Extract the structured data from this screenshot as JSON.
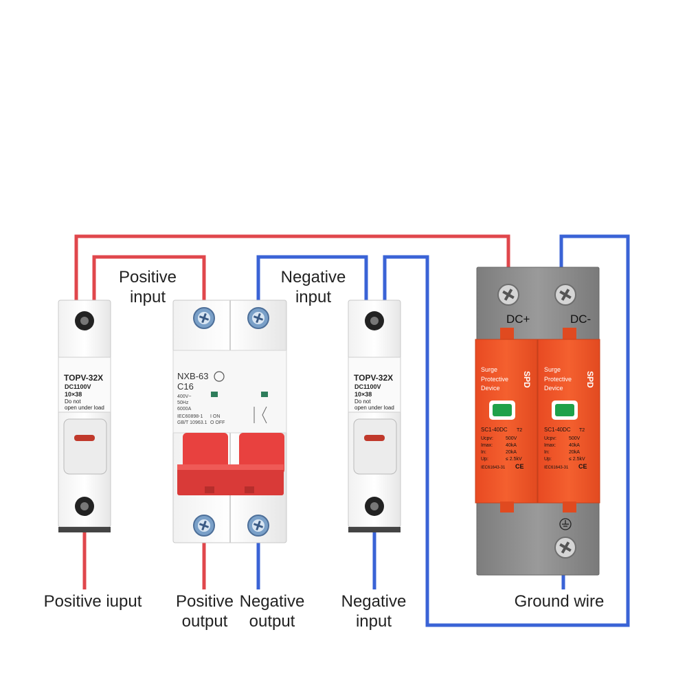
{
  "labels": {
    "positive_input_top": [
      "Positive",
      "input"
    ],
    "negative_input_top": [
      "Negative",
      "input"
    ],
    "positive_input_bottom": "Positive iuput",
    "positive_output": [
      "Positive",
      "output"
    ],
    "negative_output": [
      "Negative",
      "output"
    ],
    "negative_input_bottom": [
      "Negative",
      "input"
    ],
    "ground_wire": "Ground wire"
  },
  "fuse_holder": {
    "model": "TOPV-32X",
    "voltage": "DC1100V",
    "size": "10×38",
    "warning": [
      "Do not",
      "open under load"
    ]
  },
  "breaker": {
    "model": "NXB-63",
    "rating": "C16",
    "specs": [
      "400V~",
      "50Hz",
      "6000A"
    ],
    "standard": [
      "IEC60898-1",
      "GB/T 10963.1"
    ],
    "on_off": [
      "I ON",
      "O OFF"
    ]
  },
  "spd": {
    "dc_plus": "DC+",
    "dc_minus": "DC-",
    "badge": "SPD",
    "title": [
      "Surge",
      "Protective",
      "Device"
    ],
    "model": "SC1-40DC",
    "type": "T2",
    "spec_names": [
      "Ucpv:",
      "Imax:",
      "In:",
      "Up:"
    ],
    "spec_values": [
      "500V",
      "40kA",
      "20kA",
      "≤ 2.5kV"
    ],
    "standard": "IEC61643-31",
    "ce": "CE"
  },
  "colors": {
    "positive_wire": "#e0474c",
    "negative_wire": "#3a63d6",
    "spd_orange": "#f0562c",
    "spd_gray": "#8c8c8c",
    "breaker_red": "#e8413f"
  }
}
